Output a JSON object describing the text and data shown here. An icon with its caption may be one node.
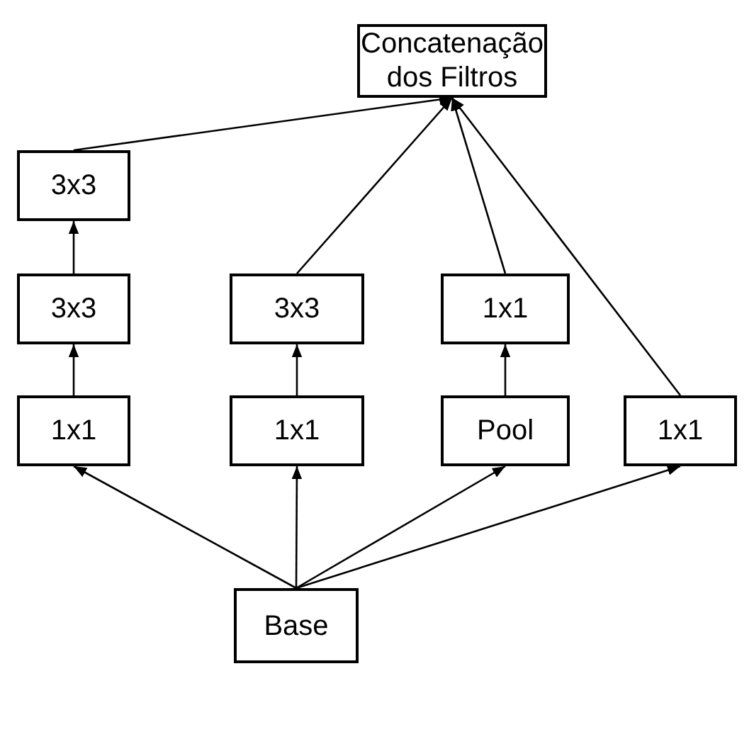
{
  "diagram": {
    "nodes": [
      {
        "text": [
          "Concatenação dos Filtros"
        ]
      },
      {
        "text": [
          "3x3"
        ]
      },
      {
        "text": [
          "3x3"
        ]
      },
      {
        "text": [
          "3x3"
        ]
      },
      {
        "text": [
          "1x1"
        ]
      },
      {
        "text": [
          "1x1"
        ]
      },
      {
        "text": [
          "1x1"
        ]
      },
      {
        "text": [
          "Pool"
        ]
      },
      {
        "text": [
          "1x1"
        ]
      },
      {
        "text": [
          "Base"
        ]
      }
    ],
    "edges": [
      {
        "from": 9,
        "to": 5,
        "arrow": "to"
      },
      {
        "from": 9,
        "to": 6,
        "arrow": "to"
      },
      {
        "from": 9,
        "to": 7,
        "arrow": "to"
      },
      {
        "from": 9,
        "to": 8,
        "arrow": "to"
      },
      {
        "from": 5,
        "to": 2,
        "arrow": "to"
      },
      {
        "from": 2,
        "to": 1,
        "arrow": "to"
      },
      {
        "from": 6,
        "to": 3,
        "arrow": "to"
      },
      {
        "from": 7,
        "to": 4,
        "arrow": "to"
      },
      {
        "from": 1,
        "to": 0,
        "arrow": "to"
      },
      {
        "from": 3,
        "to": 0,
        "arrow": "to"
      },
      {
        "from": 4,
        "to": 0,
        "arrow": "to"
      },
      {
        "from": 8,
        "to": 0,
        "arrow": "to"
      }
    ]
  }
}
